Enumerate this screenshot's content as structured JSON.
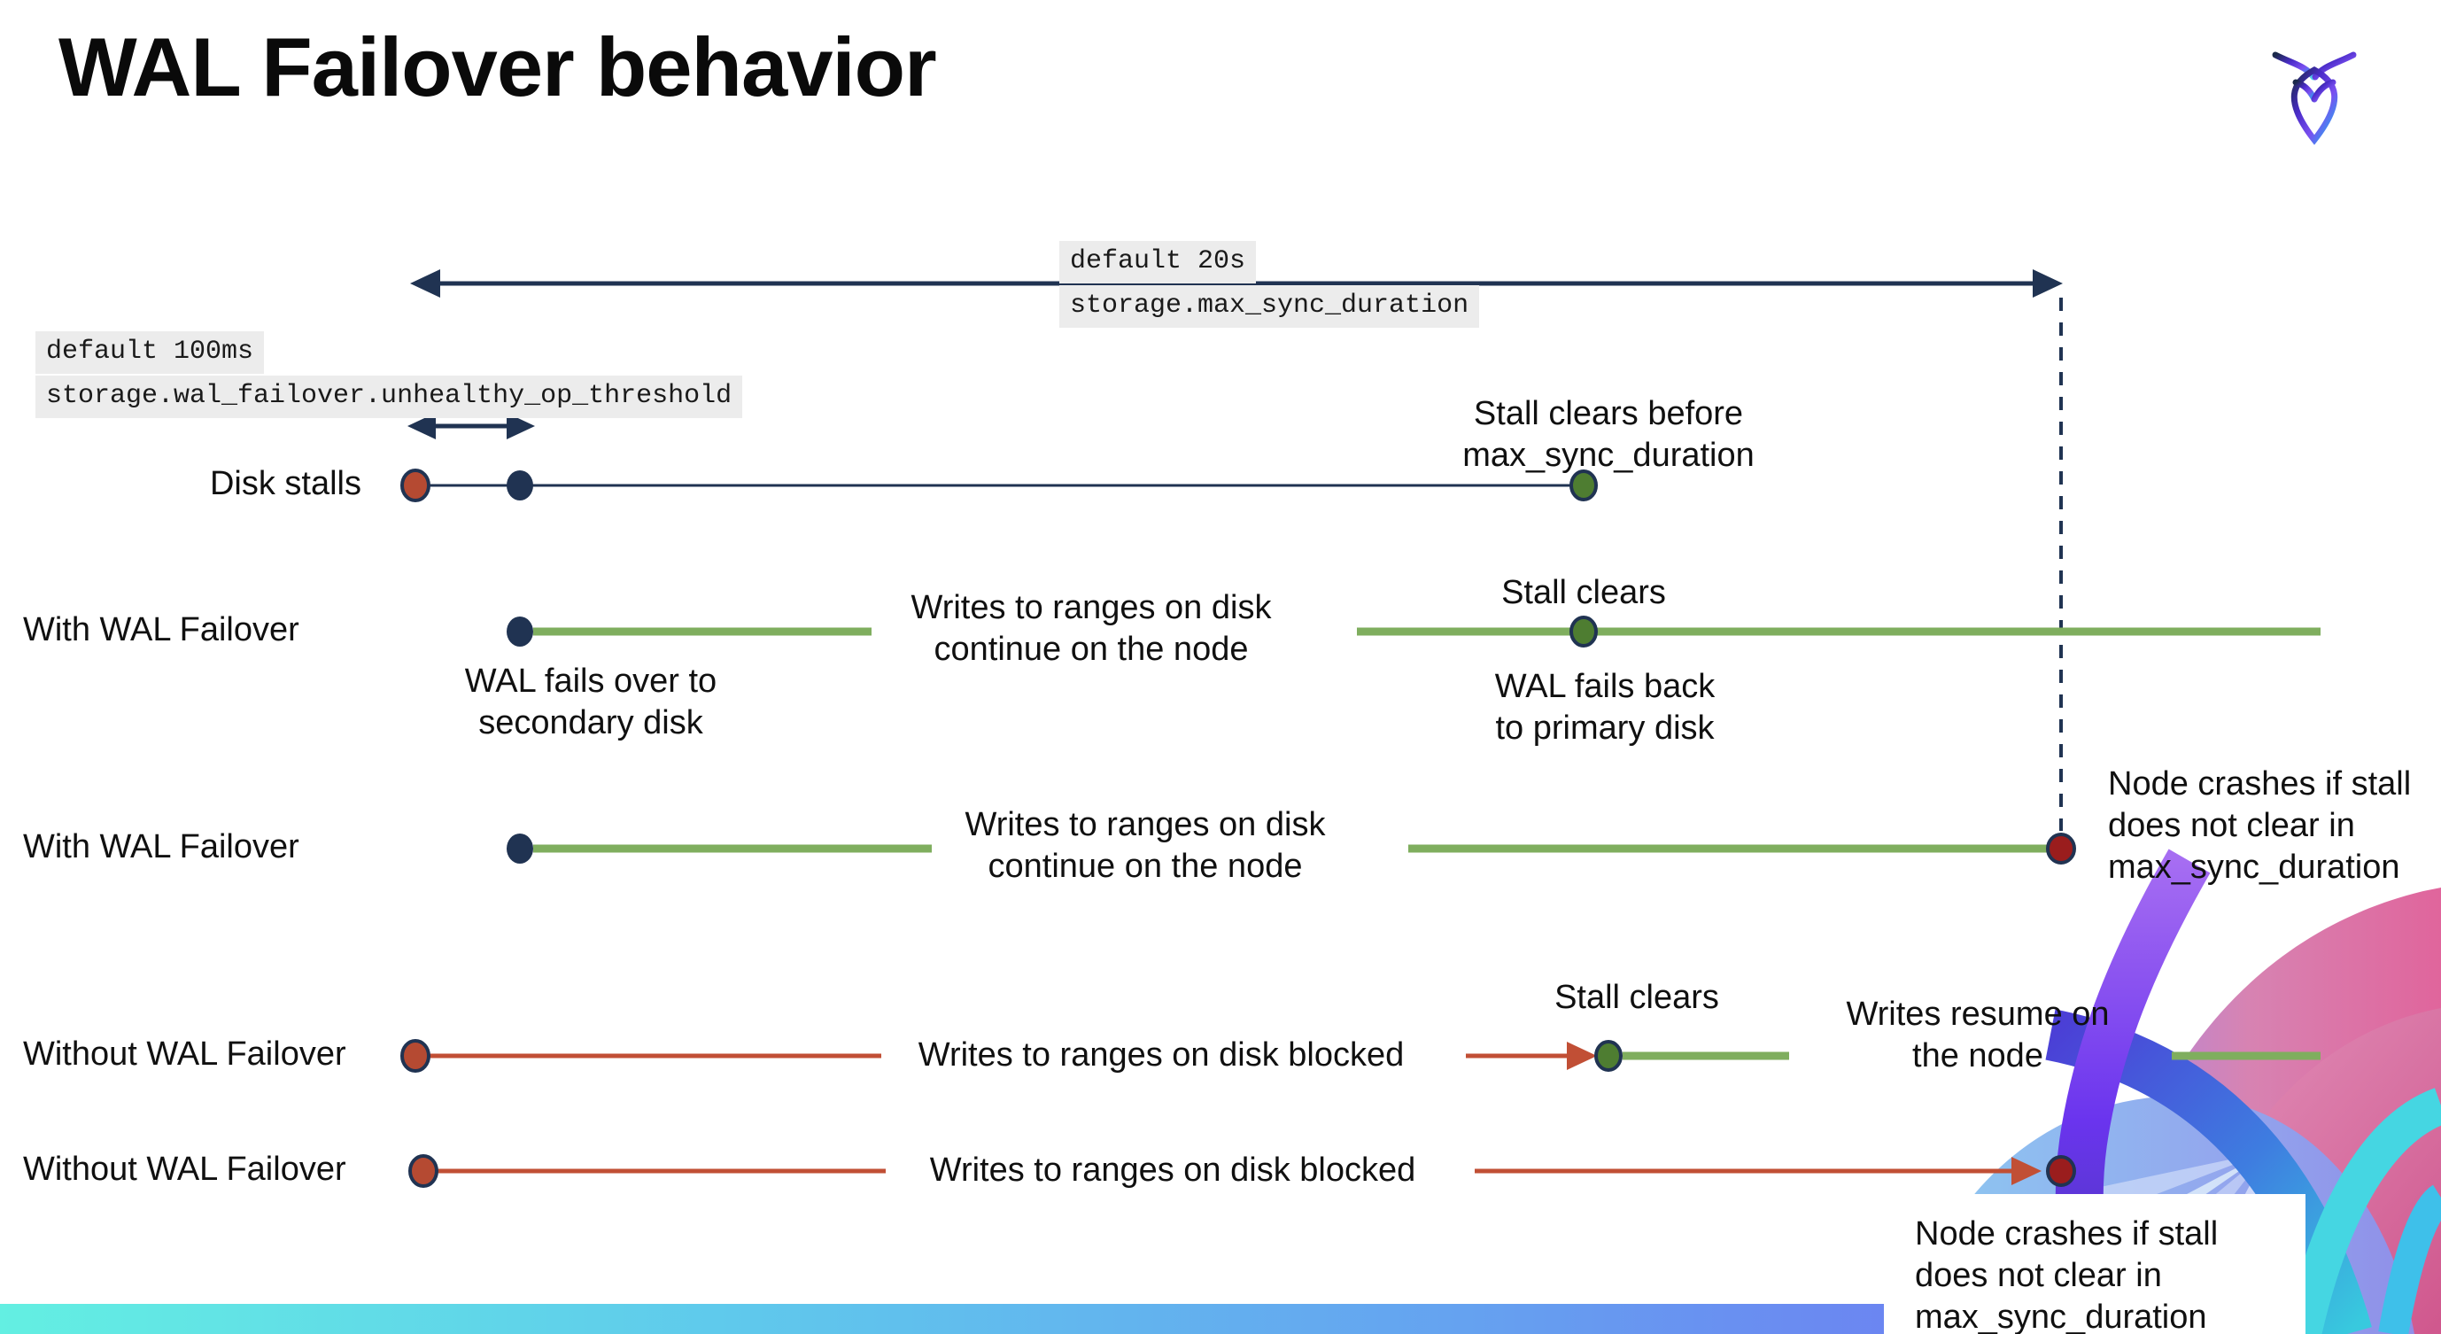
{
  "slide": {
    "title": "WAL Failover behavior"
  },
  "annotations": {
    "max_sync": {
      "default_label": "default 20s",
      "setting": "storage.max_sync_duration"
    },
    "unhealthy_op": {
      "default_label": "default 100ms",
      "setting": "storage.wal_failover.unhealthy_op_threshold"
    }
  },
  "rows": {
    "disk_stalls": {
      "label": "Disk stalls",
      "stall_clears": "Stall clears before\nmax_sync_duration"
    },
    "with_failover_1": {
      "label": "With WAL Failover",
      "writes": "Writes to ranges on disk\ncontinue on the node",
      "stall_clears": "Stall clears",
      "fails_over": "WAL fails over to\nsecondary disk",
      "fails_back": "WAL fails  back\nto primary disk"
    },
    "with_failover_2": {
      "label": "With WAL Failover",
      "writes": "Writes to ranges on disk\ncontinue on the node",
      "crash": "Node crashes if stall\ndoes not clear in\nmax_sync_duration"
    },
    "without_failover_1": {
      "label": "Without WAL Failover",
      "writes": "Writes to ranges on disk  blocked",
      "stall_clears": "Stall clears",
      "resume": "Writes resume on\nthe node"
    },
    "without_failover_2": {
      "label": "Without WAL Failover",
      "writes": "Writes to ranges on disk  blocked",
      "crash": "Node crashes if stall\ndoes not clear in\nmax_sync_duration"
    }
  },
  "colors": {
    "navy": "#203352",
    "green_line": "#7fae5e",
    "green_dot": "#4e7d31",
    "red_line": "#c14f35",
    "red_dot": "#b54a32",
    "dark_red_dot": "#9a1d1d",
    "code_background": "#ececec",
    "bar_gradient_left": "#63efe2",
    "bar_gradient_mid": "#65a2f0",
    "bar_gradient_right": "#7b57f1"
  }
}
